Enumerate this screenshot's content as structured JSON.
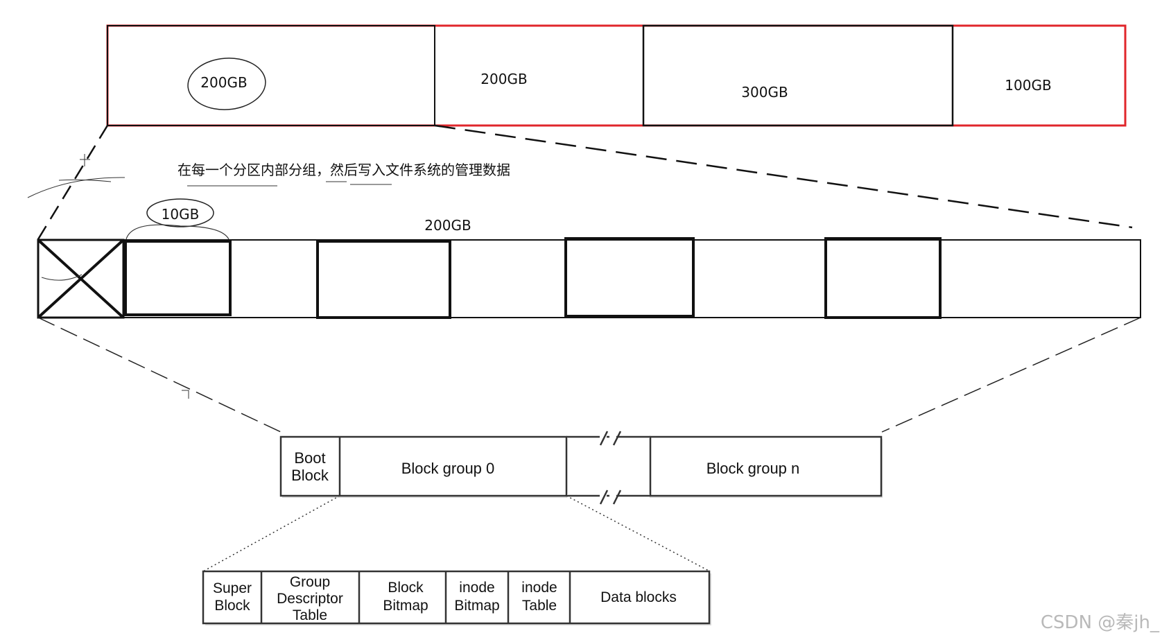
{
  "disk": {
    "partitions": [
      {
        "label": "200GB",
        "size_gb": 200
      },
      {
        "label": "200GB",
        "size_gb": 200
      },
      {
        "label": "300GB",
        "size_gb": 300
      },
      {
        "label": "100GB",
        "size_gb": 100
      }
    ]
  },
  "annotation": {
    "note": "在每一个分区内部分组，然后写入文件系统的管理数据",
    "group_size": "10GB",
    "partition_size": "200GB"
  },
  "ext2": {
    "boot_block": [
      "Boot",
      "Block"
    ],
    "block_group_0": "Block group 0",
    "block_group_n": "Block group n"
  },
  "group_layout": {
    "cells": [
      {
        "lines": [
          "Super",
          "Block"
        ]
      },
      {
        "lines": [
          "Group",
          "Descriptor",
          "Table"
        ]
      },
      {
        "lines": [
          "Block",
          "Bitmap"
        ]
      },
      {
        "lines": [
          "inode",
          "Bitmap"
        ]
      },
      {
        "lines": [
          "inode",
          "Table"
        ]
      },
      {
        "lines": [
          "Data blocks"
        ]
      }
    ]
  },
  "watermark": "CSDN @秦jh_",
  "colors": {
    "outline": "#111111",
    "highlight": "#e0262b",
    "watermark": "#b9b9b9"
  }
}
